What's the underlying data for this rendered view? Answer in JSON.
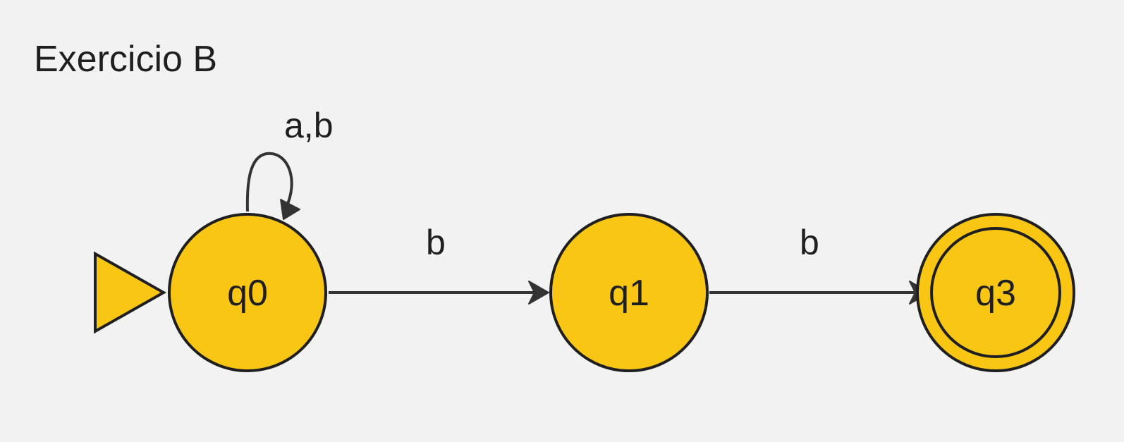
{
  "title": "Exercicio B",
  "colors": {
    "background": "#f2f2f2",
    "state_fill": "#f9c613",
    "stroke": "#1f1f1f",
    "edge": "#333333",
    "text": "#1f1f1f"
  },
  "automaton": {
    "start_state": "q0",
    "accepting_states": [
      "q3"
    ],
    "states": [
      {
        "id": "q0",
        "label": "q0",
        "initial": true,
        "accepting": false
      },
      {
        "id": "q1",
        "label": "q1",
        "initial": false,
        "accepting": false
      },
      {
        "id": "q3",
        "label": "q3",
        "initial": false,
        "accepting": true
      }
    ],
    "transitions": [
      {
        "from": "q0",
        "to": "q0",
        "label": "a,b"
      },
      {
        "from": "q0",
        "to": "q1",
        "label": "b"
      },
      {
        "from": "q1",
        "to": "q3",
        "label": "b"
      }
    ]
  }
}
